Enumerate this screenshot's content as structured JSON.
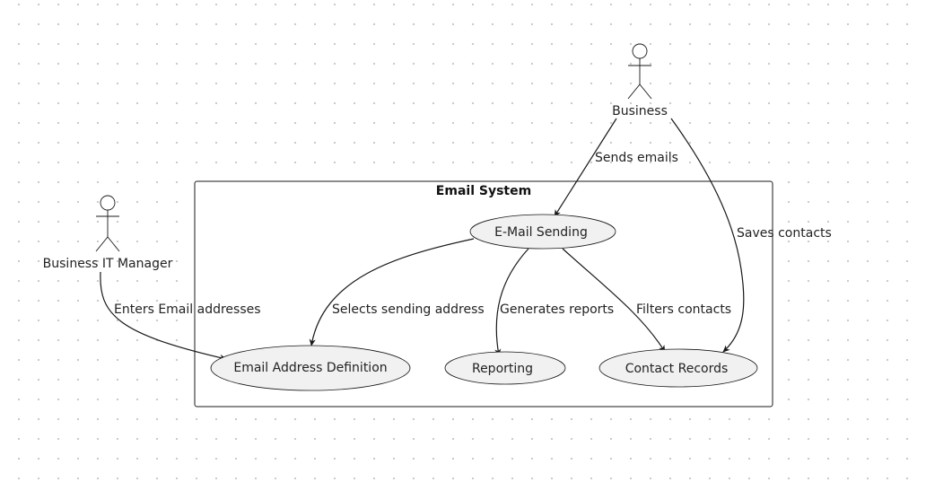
{
  "system": {
    "title": "Email System"
  },
  "actors": {
    "business": {
      "label": "Business"
    },
    "it_manager": {
      "label": "Business IT Manager"
    }
  },
  "use_cases": {
    "email_sending": {
      "label": "E-Mail Sending"
    },
    "email_address_definition": {
      "label": "Email Address Definition"
    },
    "reporting": {
      "label": "Reporting"
    },
    "contact_records": {
      "label": "Contact Records"
    }
  },
  "relations": {
    "sends_emails": {
      "label": "Sends emails"
    },
    "saves_contacts": {
      "label": "Saves contacts"
    },
    "enters_email_addresses": {
      "label": "Enters Email addresses"
    },
    "selects_sending_address": {
      "label": "Selects sending address"
    },
    "generates_reports": {
      "label": "Generates reports"
    },
    "filters_contacts": {
      "label": "Filters contacts"
    }
  }
}
